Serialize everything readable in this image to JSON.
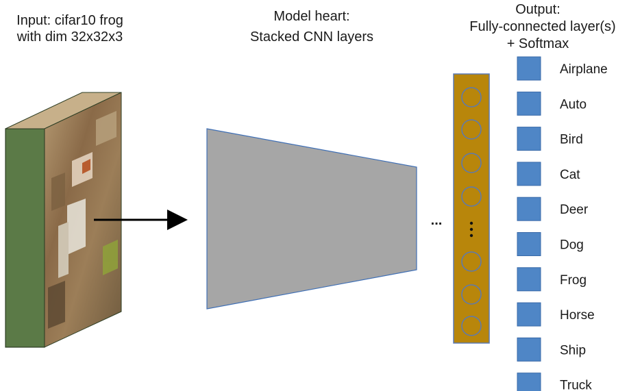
{
  "input": {
    "line1": "Input: cifar10 frog",
    "line2": "with dim 32x32x3"
  },
  "model": {
    "line1": "Model heart:",
    "line2": "Stacked CNN layers"
  },
  "output": {
    "line1": "Output:",
    "line2": "Fully-connected layer(s)",
    "line3": "+ Softmax"
  },
  "ellipsis": "...",
  "classes": [
    "Airplane",
    "Auto",
    "Bird",
    "Cat",
    "Deer",
    "Dog",
    "Frog",
    "Horse",
    "Ship",
    "Truck"
  ],
  "colors": {
    "block_side": "#5b7a47",
    "funnel_fill": "#a6a6a6",
    "funnel_stroke": "#3f6fb5",
    "fc_fill": "#b8860b",
    "fc_stroke": "#5a79b3",
    "class_box": "#4f86c6",
    "class_box_stroke": "#3a6aa8"
  }
}
